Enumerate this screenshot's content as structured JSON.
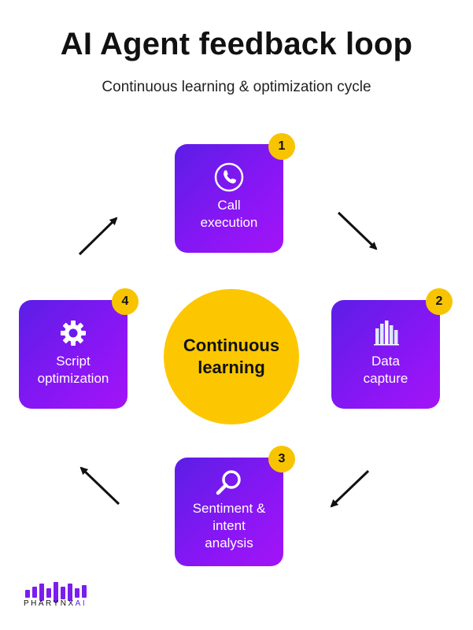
{
  "header": {
    "title": "AI Agent feedback loop",
    "subtitle": "Continuous learning & optimization cycle"
  },
  "center": {
    "label_line1": "Continuous",
    "label_line2": "learning"
  },
  "steps": [
    {
      "number": "1",
      "line1": "Call",
      "line2": "execution",
      "line3": "",
      "icon": "phone-icon"
    },
    {
      "number": "2",
      "line1": "Data",
      "line2": "capture",
      "line3": "",
      "icon": "bar-chart-icon"
    },
    {
      "number": "3",
      "line1": "Sentiment &",
      "line2": "intent",
      "line3": "analysis",
      "icon": "magnifier-icon"
    },
    {
      "number": "4",
      "line1": "Script",
      "line2": "optimization",
      "line3": "",
      "icon": "gear-icon"
    }
  ],
  "colors": {
    "card_start": "#5b1ee6",
    "card_end": "#a314f7",
    "badge": "#f8c400",
    "center": "#fcc700",
    "arrow": "#111111"
  },
  "brand": {
    "name_main": "PHARYNX",
    "name_accent": "AI"
  }
}
